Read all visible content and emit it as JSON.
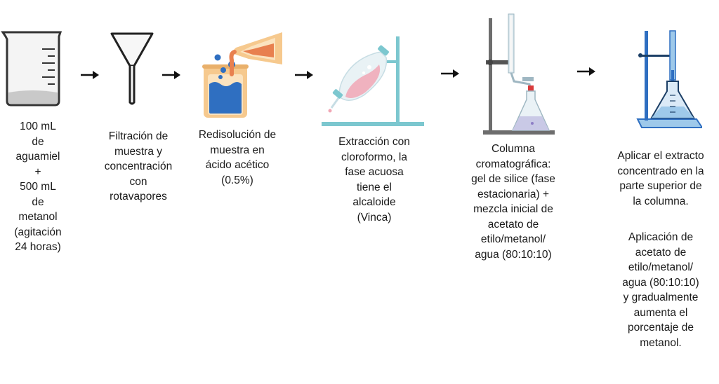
{
  "steps": [
    {
      "icon": "beaker-icon",
      "lines": [
        "100 mL",
        "de",
        "aguamiel",
        "+",
        "500 mL",
        "de",
        "metanol",
        "(agitación",
        "24 horas)"
      ]
    },
    {
      "icon": "funnel-icon",
      "lines": [
        "Filtración de",
        "muestra y",
        "concentración",
        "con",
        "rotavapores"
      ]
    },
    {
      "icon": "pouring-flask-icon",
      "lines": [
        "Redisolución de",
        "muestra en",
        "ácido acético",
        "(0.5%)"
      ]
    },
    {
      "icon": "separatory-funnel-icon",
      "lines": [
        "Extracción con",
        "cloroformo, la",
        "fase acuosa",
        "tiene el",
        "alcaloide",
        "(Vinca)"
      ]
    },
    {
      "icon": "chromatography-column-icon",
      "lines": [
        "Columna",
        "cromatográfica:",
        "gel de silice (fase",
        "estacionaria) +",
        "mezcla inicial de",
        "acetato de",
        "etilo/metanol/",
        "agua (80:10:10)"
      ]
    },
    {
      "icon": "column-stand-flask-icon",
      "lines": [
        "Aplicar el extracto",
        "concentrado en la",
        "parte superior de",
        "la columna."
      ],
      "lines2": [
        "Aplicación de",
        "acetato de",
        "etilo/metanol/",
        "agua (80:10:10)",
        "y  gradualmente",
        "aumenta el",
        "porcentaje de",
        "metanol."
      ]
    }
  ],
  "colors": {
    "liquid_blue": "#2f6fc1",
    "accent_orange": "#e8804f",
    "stand_teal": "#7cc7cf",
    "pink_liquid": "#f1a7b5"
  }
}
